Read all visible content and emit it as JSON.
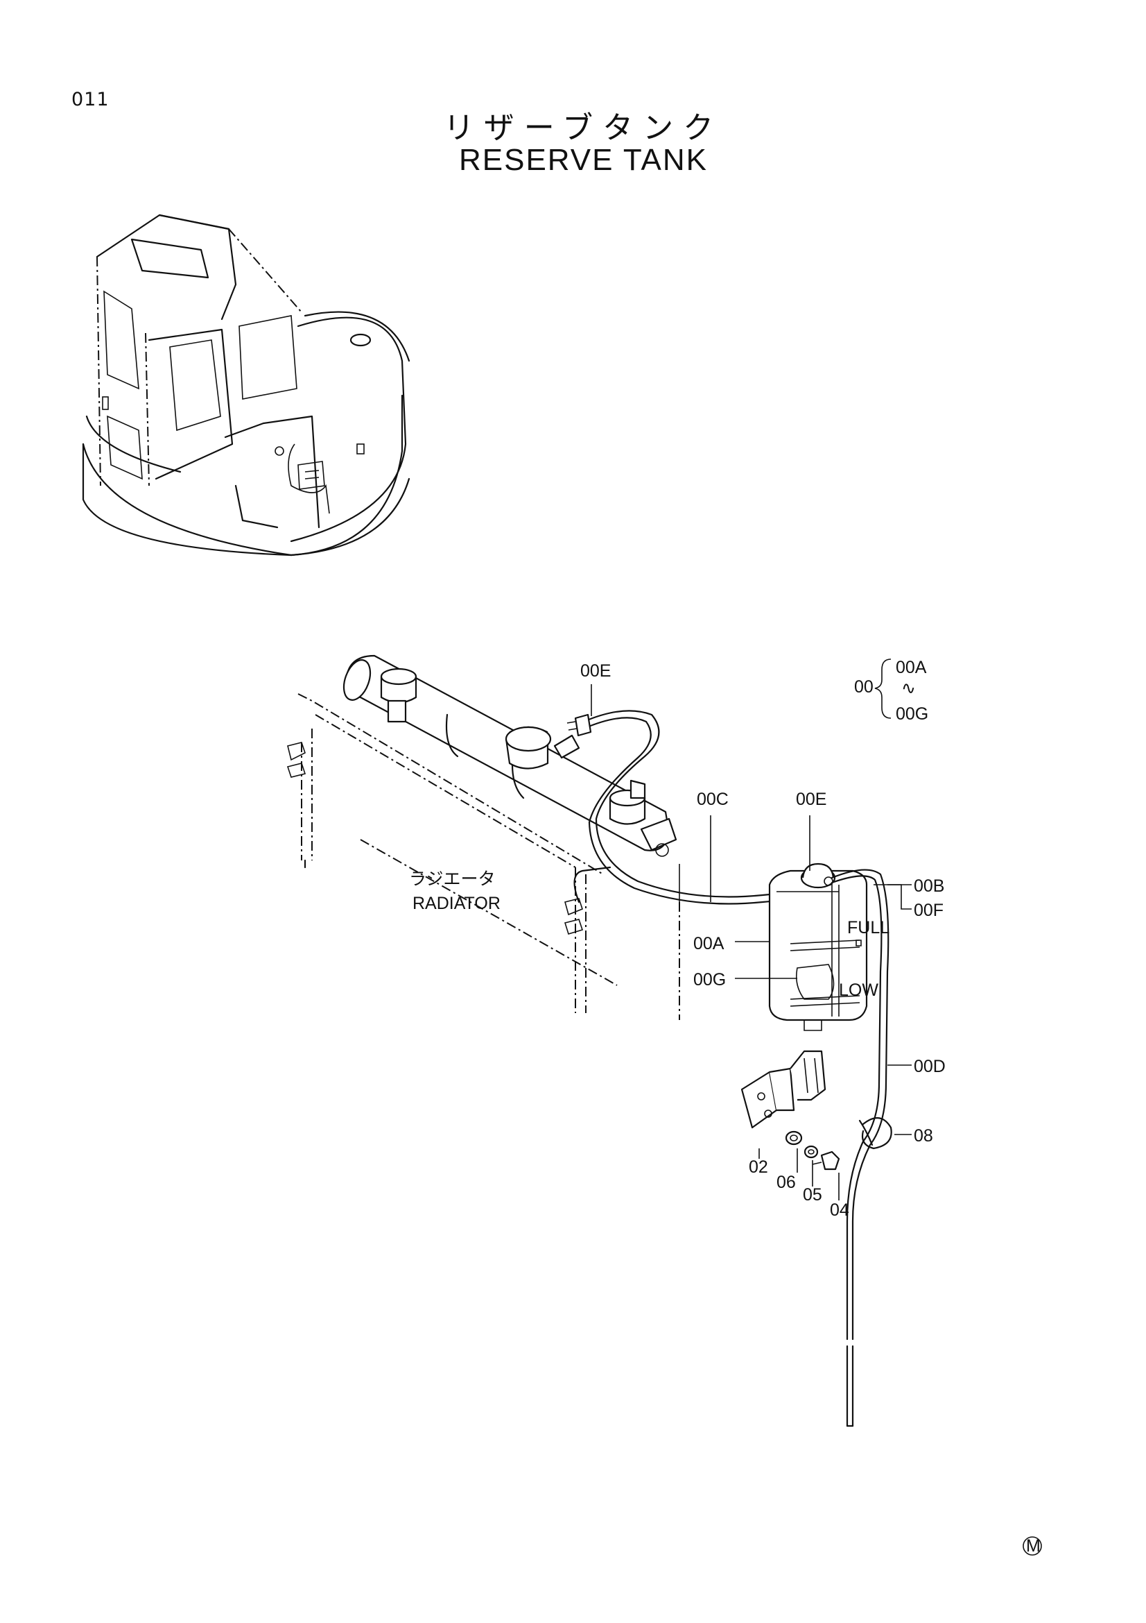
{
  "page": {
    "number": "011"
  },
  "title": {
    "ja": "リザーブタンク",
    "en": "RESERVE TANK"
  },
  "radiator_label": {
    "ja": "ラジエータ",
    "en": "RADIATOR"
  },
  "callouts": [
    {
      "id": "00E-top",
      "text": "00E"
    },
    {
      "id": "00C",
      "text": "00C"
    },
    {
      "id": "00E-right",
      "text": "00E"
    },
    {
      "id": "00B",
      "text": "00B"
    },
    {
      "id": "00F",
      "text": "00F"
    },
    {
      "id": "00A",
      "text": "00A"
    },
    {
      "id": "00G",
      "text": "00G"
    },
    {
      "id": "00D",
      "text": "00D"
    },
    {
      "id": "08",
      "text": "08"
    },
    {
      "id": "02",
      "text": "02"
    },
    {
      "id": "06",
      "text": "06"
    },
    {
      "id": "05",
      "text": "05"
    },
    {
      "id": "04",
      "text": "04"
    }
  ],
  "assembly_legend": {
    "parent": "00",
    "first": "00A",
    "range_mark": "∿",
    "last": "00G"
  },
  "tank_markings": {
    "full": "FULL",
    "low": "LOW"
  },
  "footer_mark": "M"
}
